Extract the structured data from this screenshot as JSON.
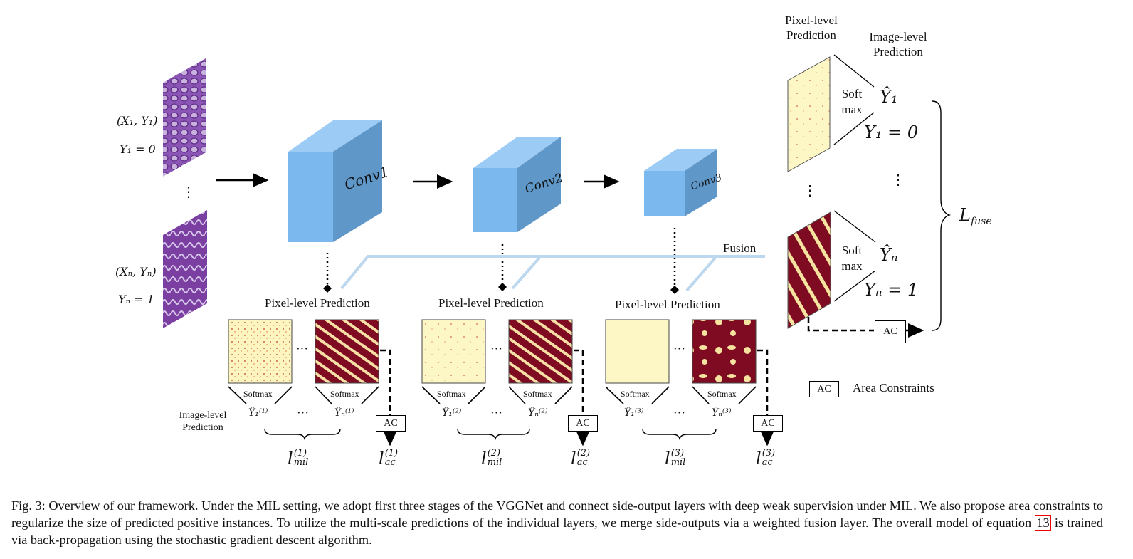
{
  "figure": {
    "inputs": {
      "pair_1": "(X₁, Y₁)",
      "label_1": "Y₁ = 0",
      "pair_n": "(Xₙ, Yₙ)",
      "label_n": "Yₙ = 1",
      "ellipsis": "⋮"
    },
    "convs": [
      "Conv1",
      "Conv2",
      "Conv3"
    ],
    "fusion_label": "Fusion",
    "pixel_level_prediction": "Pixel-level Prediction",
    "softmax": "Softmax",
    "image_level_prediction_line1": "Image-level",
    "image_level_prediction_line2": "Prediction",
    "ac_label": "AC",
    "dots": "···",
    "stages": [
      {
        "y1": "Ŷ₁⁽¹⁾",
        "yn": "Ŷₙ⁽¹⁾",
        "mil": "l⁽¹⁾mil",
        "mil_base": "l",
        "mil_sup": "(1)",
        "mil_sub": "mil",
        "ac_base": "l",
        "ac_sup": "(1)",
        "ac_sub": "ac"
      },
      {
        "y1": "Ŷ₁⁽²⁾",
        "yn": "Ŷₙ⁽²⁾",
        "mil_base": "l",
        "mil_sup": "(2)",
        "mil_sub": "mil",
        "ac_base": "l",
        "ac_sup": "(2)",
        "ac_sub": "ac"
      },
      {
        "y1": "Ŷ₁⁽³⁾",
        "yn": "Ŷₙ⁽³⁾",
        "mil_base": "l",
        "mil_sup": "(3)",
        "mil_sub": "mil",
        "ac_base": "l",
        "ac_sup": "(3)",
        "ac_sub": "ac"
      }
    ],
    "fuse_panel": {
      "pixel_header_1": "Pixel-level",
      "pixel_header_2": "Prediction",
      "image_header_1": "Image-level",
      "image_header_2": "Prediction",
      "soft_1": "Soft",
      "soft_2": "max",
      "yhat_1": "Ŷ₁",
      "y_1": "Y₁ = 0",
      "yhat_n": "Ŷₙ",
      "y_n": "Yₙ = 1",
      "ellipsis": "⋮",
      "loss_base": "L",
      "loss_sub": "fuse"
    },
    "legend": {
      "box": "AC",
      "text": "Area Constraints"
    }
  },
  "caption": {
    "part1": "Fig. 3: Overview of our framework. Under the MIL setting, we adopt first three stages of the VGGNet and connect side-output layers with deep weak supervision under MIL. We also propose area constraints to regularize the size of predicted positive instances. To utilize the multi-scale predictions of the individual layers, we merge side-outputs via a weighted fusion layer. The overall model of equation ",
    "ref": "13",
    "part2": " is trained via back-propagation using the stochastic gradient descent algorithm."
  },
  "colors": {
    "cube_front": "#7ab8ee",
    "cube_top": "#9ccbf5",
    "cube_side": "#5f97c9",
    "fusion_line": "#bcd7ee",
    "tissue_purple": "#7a3fa0",
    "map_light": "#fdf7c4",
    "map_dark": "#7e0b22",
    "ref_box": "#e00000"
  }
}
